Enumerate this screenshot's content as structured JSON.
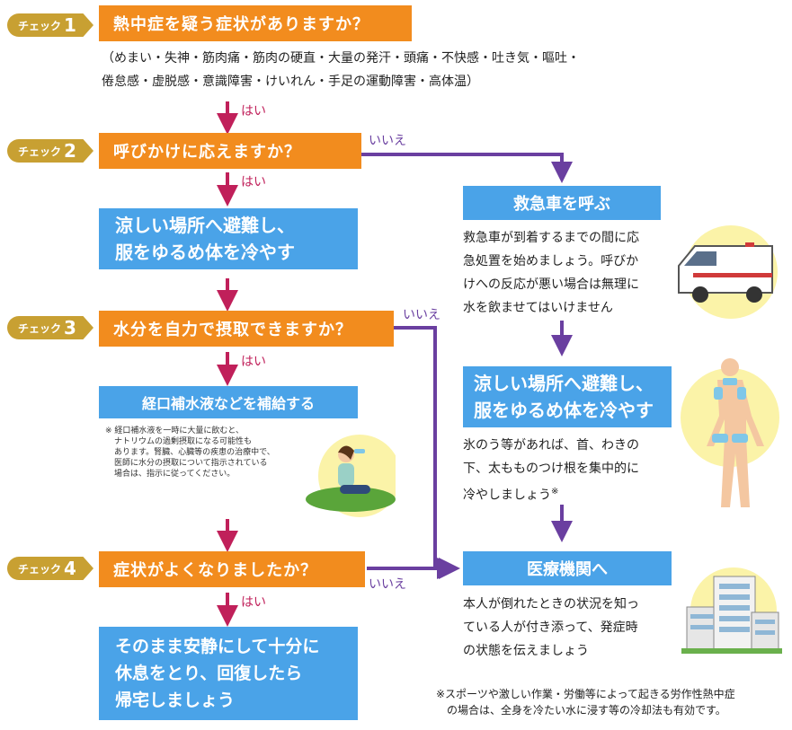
{
  "check_label": "チェック",
  "checks": [
    {
      "num": "1",
      "question": "熱中症を疑う症状がありますか？"
    },
    {
      "num": "2",
      "question": "呼びかけに応えますか？"
    },
    {
      "num": "3",
      "question": "水分を自力で摂取できますか？"
    },
    {
      "num": "4",
      "question": "症状がよくなりましたか？"
    }
  ],
  "symptoms": {
    "line1": "（めまい・失神・筋肉痛・筋肉の硬直・大量の発汗・頭痛・不快感・吐き気・嘔吐・",
    "line2": "倦怠感・虚脱感・意識障害・けいれん・手足の運動障害・高体温）"
  },
  "yes_label": "はい",
  "no_label": "いいえ",
  "left_actions": {
    "cool_line1": "涼しい場所へ避難し、",
    "cool_line2": "服をゆるめ体を冷やす",
    "hydrate": "経口補水液などを補給する",
    "hydrate_note": [
      "※ 経口補水液を一時に大量に飲むと、",
      "ナトリウムの過剰摂取になる可能性も",
      "あります。腎臓、心臓等の疾患の治療中で、",
      "医師に水分の摂取について指示されている",
      "場合は、指示に従ってください。"
    ],
    "rest_line1": "そのまま安静にして十分に",
    "rest_line2": "休息をとり、回復したら",
    "rest_line3": "帰宅しましょう"
  },
  "right_actions": {
    "ambulance_title": "救急車を呼ぶ",
    "ambulance_text": [
      "救急車が到着するまでの間に応",
      "急処置を始めましょう。呼びか",
      "けへの反応が悪い場合は無理に",
      "水を飲ませてはいけません"
    ],
    "cool_line1": "涼しい場所へ避難し、",
    "cool_line2": "服をゆるめ体を冷やす",
    "cool_text": [
      "氷のう等があれば、首、わきの",
      "下、太もものつけ根を集中的に",
      "冷やしましょう"
    ],
    "cool_text_mark": "※",
    "hospital_title": "医療機関へ",
    "hospital_text": [
      "本人が倒れたときの状況を知っ",
      "ている人が付き添って、発症時",
      "の状態を伝えましょう"
    ]
  },
  "footnote": {
    "line1": "※スポーツや激しい作業・労働等によって起きる労作性熱中症",
    "line2": "の場合は、全身を冷たい水に浸す等の冷却法も有効です。"
  },
  "colors": {
    "orange": "#f28c1e",
    "blue": "#4aa3e8",
    "gold": "#c8a032",
    "yes_arrow": "#c0205a",
    "no_arrow": "#6a3fa0"
  }
}
